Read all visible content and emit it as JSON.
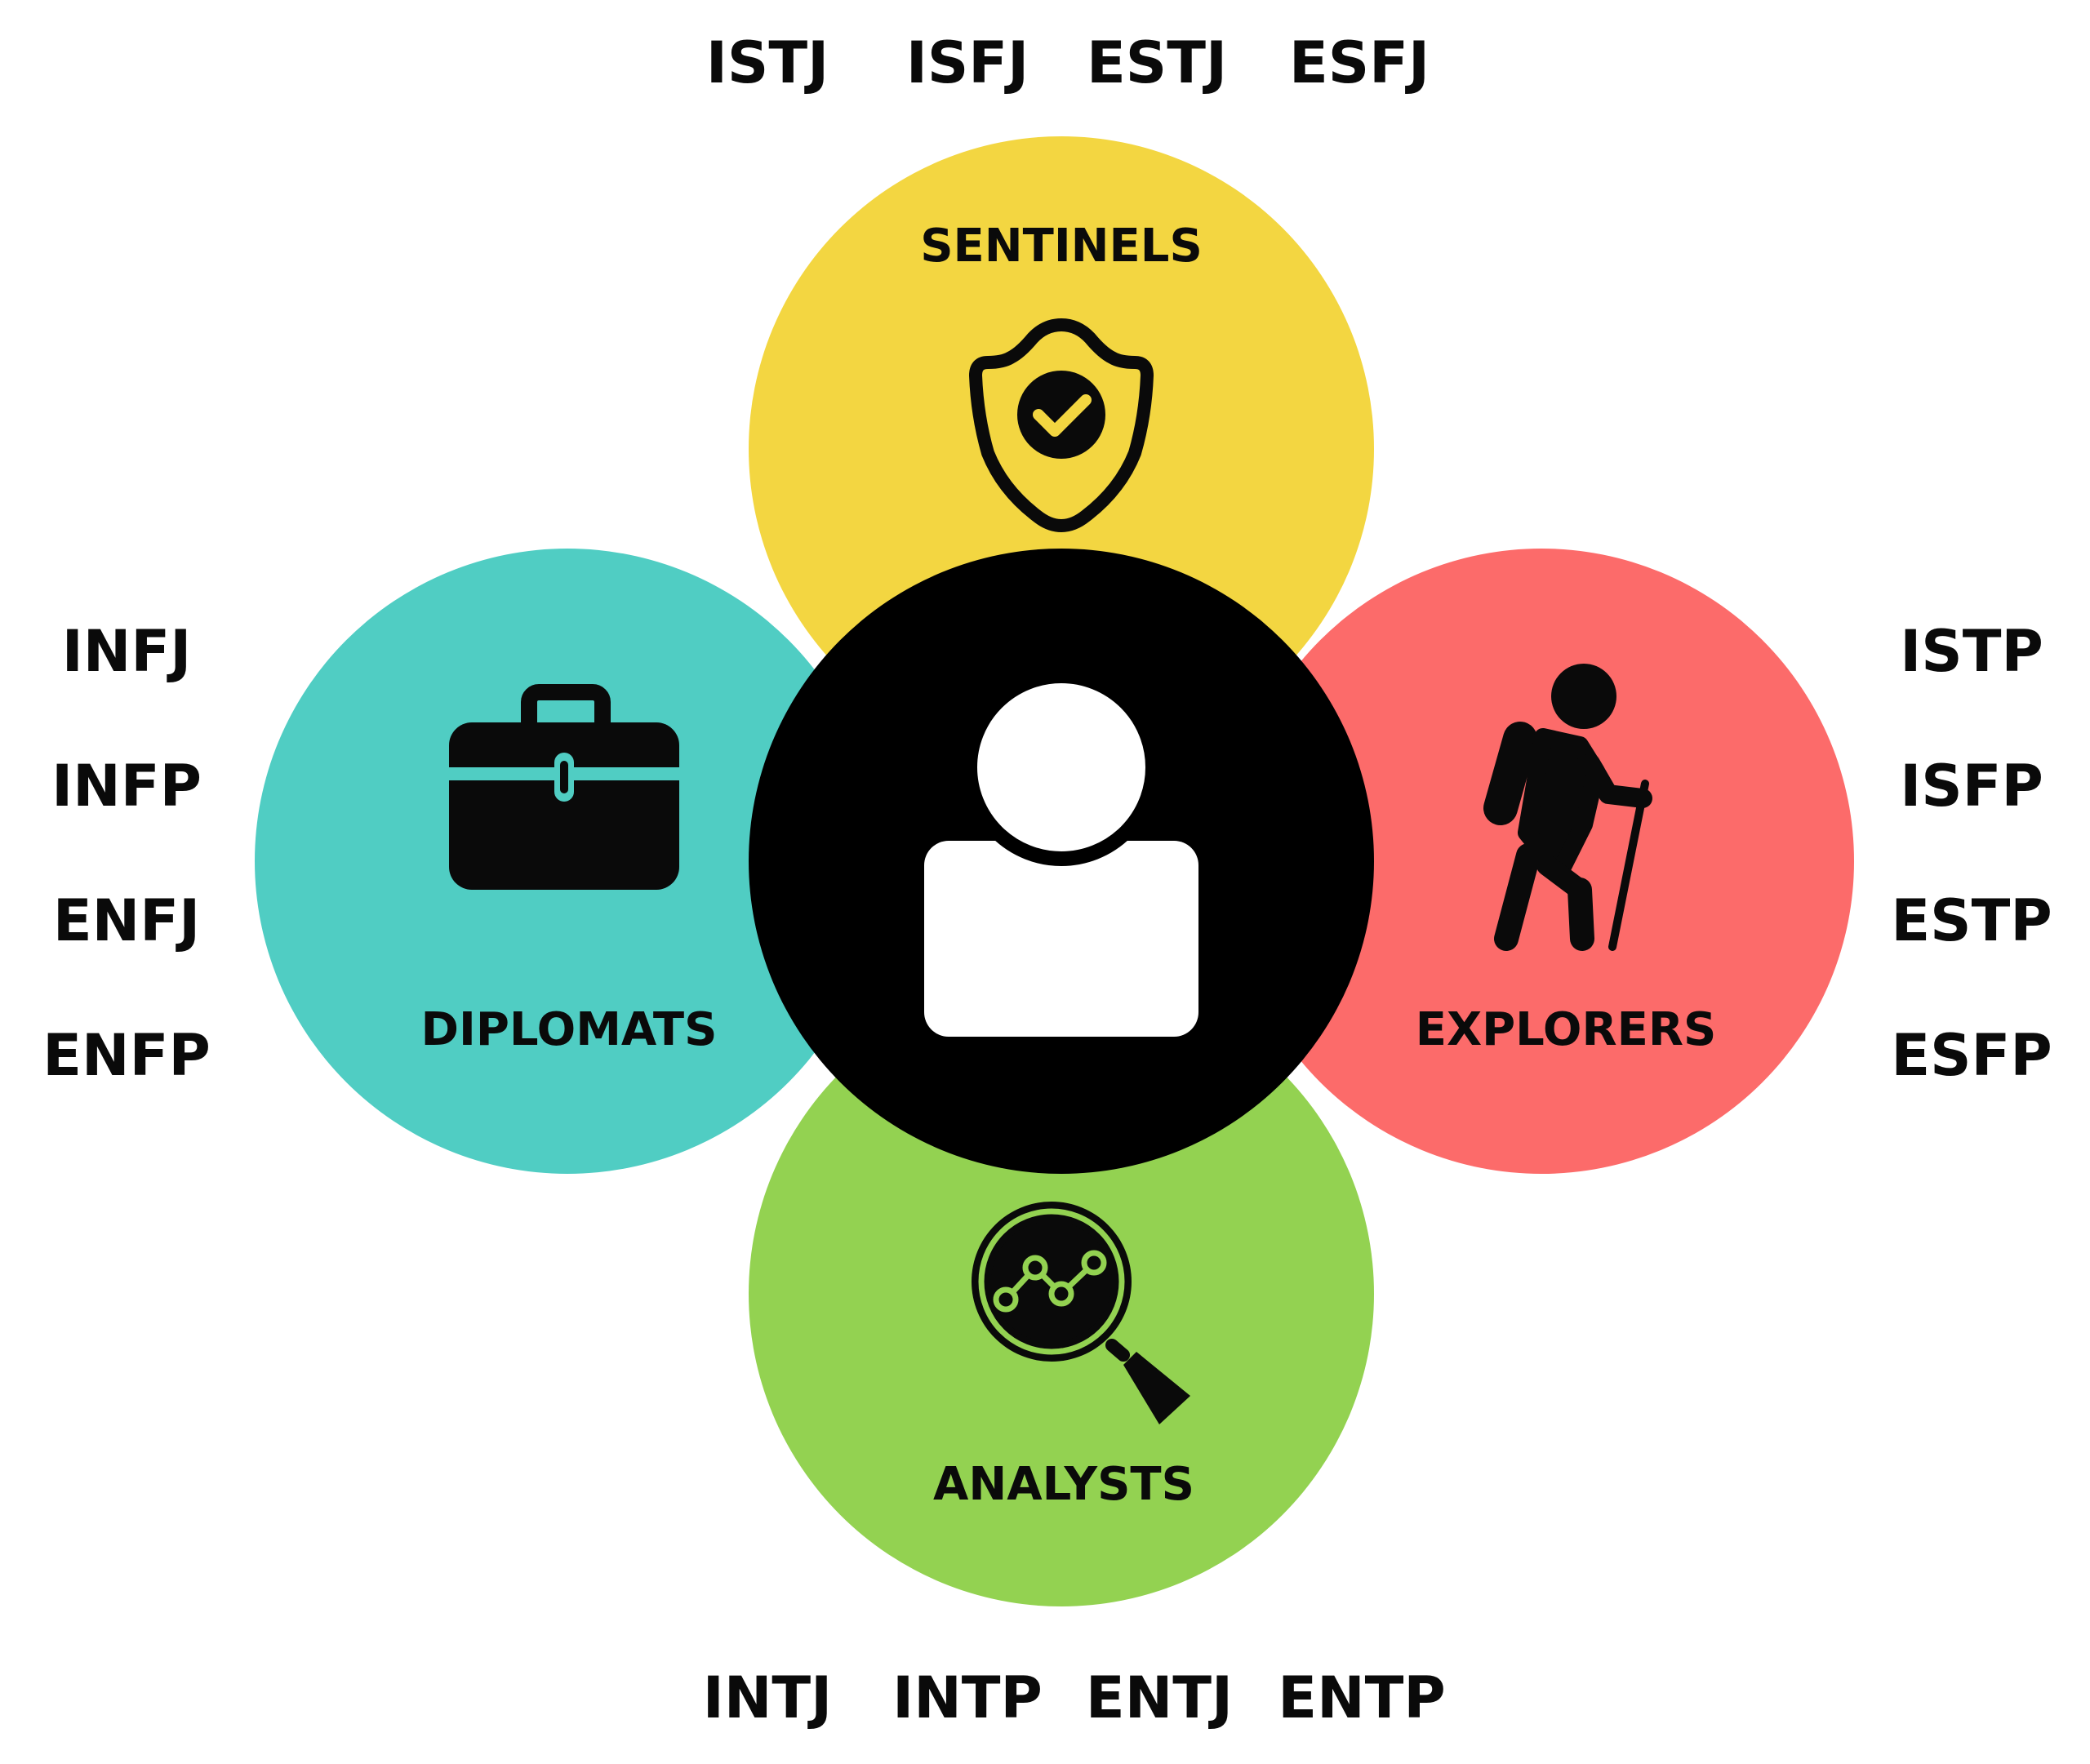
{
  "groups": {
    "sentinels": {
      "label": "SENTINELS",
      "color": "#F3D641",
      "icon": "shield-check-icon",
      "types": [
        "ISTJ",
        "ISFJ",
        "ESTJ",
        "ESFJ"
      ]
    },
    "diplomats": {
      "label": "DIPLOMATS",
      "color": "#50CDC3",
      "icon": "briefcase-icon",
      "types": [
        "INFJ",
        "INFP",
        "ENFJ",
        "ENFP"
      ]
    },
    "explorers": {
      "label": "EXPLORERS",
      "color": "#FC6B6A",
      "icon": "hiker-icon",
      "types": [
        "ISTP",
        "ISFP",
        "ESTP",
        "ESFP"
      ]
    },
    "analysts": {
      "label": "ANALYSTS",
      "color": "#93D251",
      "icon": "magnifier-chart-icon",
      "types": [
        "INTJ",
        "INTP",
        "ENTJ",
        "ENTP"
      ]
    }
  },
  "center": {
    "color": "#000000",
    "icon": "user-icon"
  }
}
